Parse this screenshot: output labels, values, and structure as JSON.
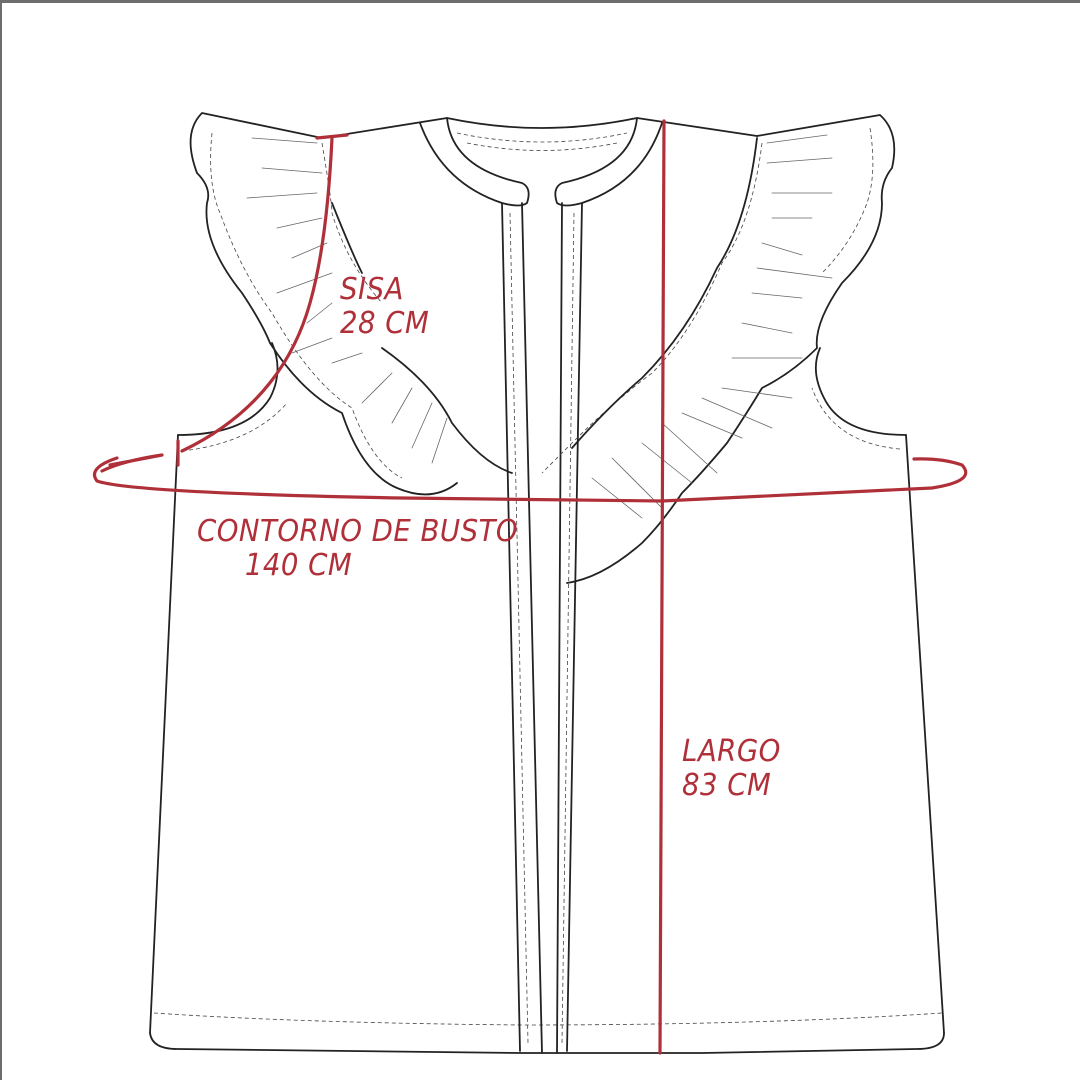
{
  "diagram": {
    "subject": "Sleeveless blouse technical flat with ruffle sleeves and measurements",
    "line_color": "#222222",
    "measure_color": "#b0303a",
    "measurements": {
      "sisa": {
        "label": "SISA",
        "value": "28 CM"
      },
      "busto": {
        "label": "CONTORNO DE BUSTO",
        "value": "140 CM"
      },
      "largo": {
        "label": "LARGO",
        "value": "83 CM"
      }
    }
  }
}
